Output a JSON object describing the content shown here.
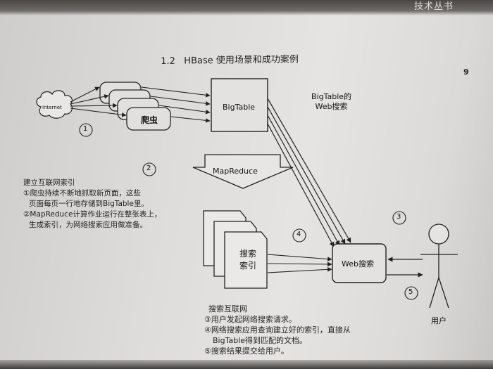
{
  "header": {
    "series": "技术丛书"
  },
  "section": {
    "number": "1.2",
    "title": "HBase 使用场景和成功案例"
  },
  "page_number": "9",
  "diagram": {
    "internet_label": "Internet",
    "crawler_label": "爬虫",
    "bigtable_label": "BigTable",
    "bigtable_web_search_label": "BigTable的\nWeb搜索",
    "mapreduce_label": "MapReduce",
    "search_index_label": "搜索\n索引",
    "web_search_label": "Web搜索",
    "user_label": "用户",
    "step_markers": [
      "1",
      "2",
      "3",
      "4",
      "5"
    ]
  },
  "notes": {
    "indexing": {
      "title": "建立互联网索引",
      "lines": [
        "①爬虫持续不断地抓取新页面，这些",
        "页面每页一行地存储到BigTable里。",
        "②MapReduce计算作业运行在整张表上，",
        "生成索引，为网络搜索应用做准备。"
      ]
    },
    "searching": {
      "title": "搜索互联网",
      "lines": [
        "③用户发起网络搜索请求。",
        "④网络搜索应用查询建立好的索引，直接从",
        "BigTable得到匹配的文档。",
        "⑤搜索结果提交给用户。"
      ]
    }
  }
}
